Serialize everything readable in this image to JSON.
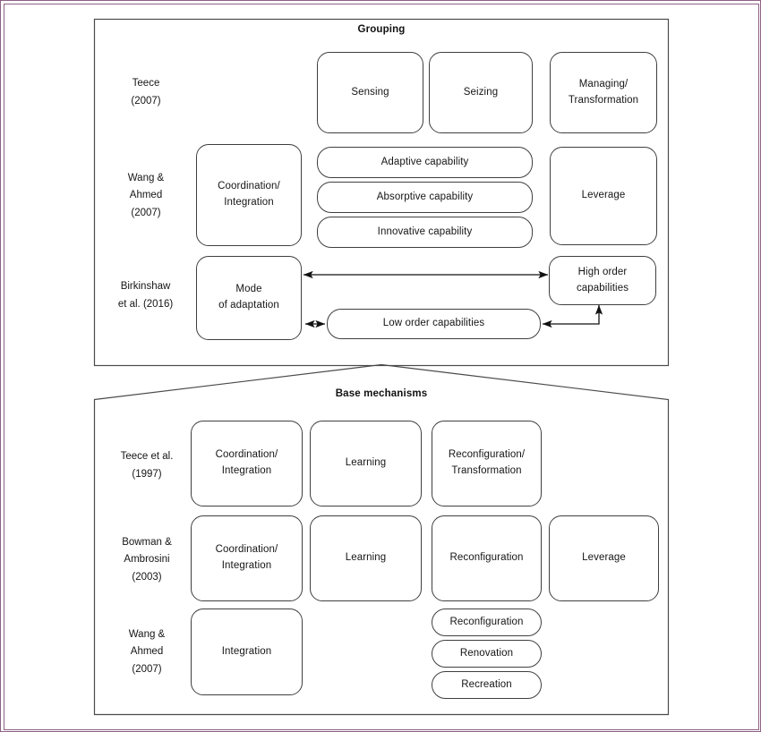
{
  "figure": {
    "frame_color": "#8e6184",
    "box_border_color": "#3f3f3f",
    "text_color": "#151515"
  },
  "panels": [
    {
      "id": "grouping",
      "title": "Grouping",
      "rows": [
        {
          "id": "teece-2007",
          "label": [
            "Teece",
            "(2007)"
          ],
          "nodes": [
            "Sensing",
            "Seizing",
            "Managing/ Transformation"
          ]
        },
        {
          "id": "wang-ahmed-2007",
          "label": [
            "Wang &",
            "Ahmed",
            "(2007)"
          ],
          "nodes": [
            "Coordination/ Integration",
            "Adaptive capability",
            "Absorptive capability",
            "Innovative capability",
            "Leverage"
          ]
        },
        {
          "id": "birkinshaw-2016",
          "label": [
            "Birkinshaw",
            "et al. (2016)"
          ],
          "nodes": [
            "Mode of adaptation",
            "High order capabilities",
            "Low order capabilities"
          ]
        }
      ]
    },
    {
      "id": "base-mechanisms",
      "title": "Base mechanisms",
      "rows": [
        {
          "id": "teece-et-al-1997",
          "label": [
            "Teece et al.",
            "(1997)"
          ],
          "nodes": [
            "Coordination/ Integration",
            "Learning",
            "Reconfiguration/ Transformation"
          ]
        },
        {
          "id": "bowman-ambrosini-2003",
          "label": [
            "Bowman &",
            "Ambrosini",
            "(2003)"
          ],
          "nodes": [
            "Coordination/ Integration",
            "Learning",
            "Reconfiguration",
            "Leverage"
          ]
        },
        {
          "id": "wang-ahmed-2007-base",
          "label": [
            "Wang &",
            "Ahmed",
            "(2007)"
          ],
          "nodes": [
            "Integration",
            "Reconfiguration",
            "Renovation",
            "Recreation"
          ]
        }
      ]
    }
  ],
  "top_panel": {
    "title": "Grouping",
    "row1": {
      "label_line1": "Teece",
      "label_line2": "(2007)",
      "sensing": "Sensing",
      "seizing": "Seizing",
      "managing_line1": "Managing/",
      "managing_line2": "Transformation"
    },
    "row2": {
      "label_line1": "Wang &",
      "label_line2": "Ahmed",
      "label_line3": "(2007)",
      "coordination_line1": "Coordination/",
      "coordination_line2": "Integration",
      "adaptive": "Adaptive capability",
      "absorptive": "Absorptive capability",
      "innovative": "Innovative capability",
      "leverage": "Leverage"
    },
    "row3": {
      "label_line1": "Birkinshaw",
      "label_line2": "et al. (2016)",
      "mode_line1": "Mode",
      "mode_line2": "of adaptation",
      "high_order_line1": "High order",
      "high_order_line2": "capabilities",
      "low_order": "Low order capabilities"
    }
  },
  "bottom_panel": {
    "title": "Base mechanisms",
    "row1": {
      "label_line1": "Teece et al.",
      "label_line2": "(1997)",
      "coordination_line1": "Coordination/",
      "coordination_line2": "Integration",
      "learning": "Learning",
      "reconfiguration_line1": "Reconfiguration/",
      "reconfiguration_line2": "Transformation"
    },
    "row2": {
      "label_line1": "Bowman &",
      "label_line2": "Ambrosini",
      "label_line3": "(2003)",
      "coordination_line1": "Coordination/",
      "coordination_line2": "Integration",
      "learning": "Learning",
      "reconfiguration": "Reconfiguration",
      "leverage": "Leverage"
    },
    "row3": {
      "label_line1": "Wang &",
      "label_line2": "Ahmed",
      "label_line3": "(2007)",
      "integration": "Integration",
      "reconfiguration": "Reconfiguration",
      "renovation": "Renovation",
      "recreation": "Recreation"
    }
  },
  "connectors": [
    {
      "id": "mode-to-high-order",
      "type": "double-arrow",
      "from": "Mode of adaptation",
      "to": "High order capabilities"
    },
    {
      "id": "mode-to-low-order",
      "type": "double-arrow",
      "from": "Mode of adaptation",
      "to": "Low order capabilities"
    },
    {
      "id": "low-order-to-high-order",
      "type": "elbow-arrow",
      "from": "Low order capabilities",
      "to": "High order capabilities"
    }
  ]
}
